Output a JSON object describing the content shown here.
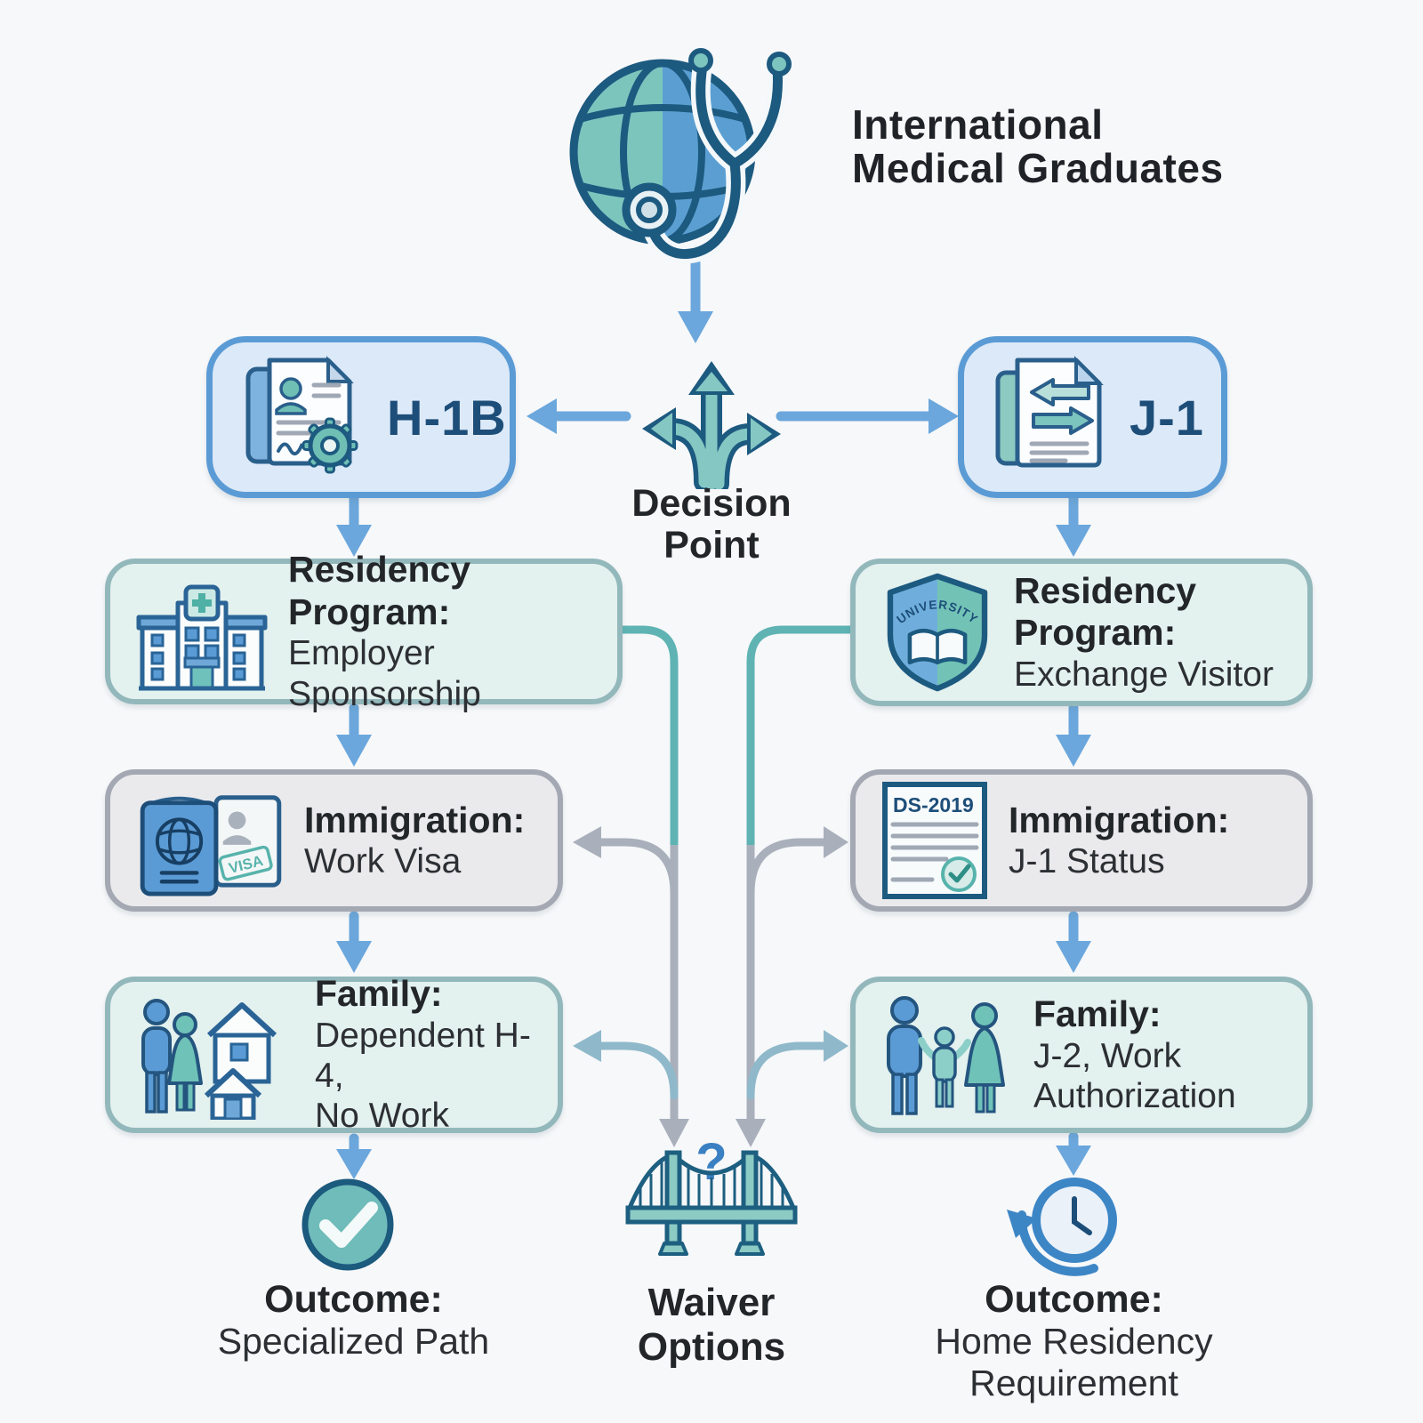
{
  "header": {
    "title": "International\nMedical Graduates"
  },
  "decision": {
    "label": "Decision\nPoint"
  },
  "branches": {
    "h1b": {
      "label": "H-1B"
    },
    "j1": {
      "label": "J-1"
    }
  },
  "left_column": {
    "residency": {
      "title": "Residency Program:",
      "subtitle": "Employer Sponsorship"
    },
    "immigration": {
      "title": "Immigration:",
      "subtitle": "Work Visa",
      "stamp_text": "VISA"
    },
    "family": {
      "title": "Family:",
      "subtitle": "Dependent H-4,\nNo Work"
    },
    "outcome": {
      "title": "Outcome:",
      "subtitle": "Specialized Path"
    }
  },
  "right_column": {
    "residency": {
      "title": "Residency Program:",
      "subtitle": "Exchange Visitor",
      "shield_text": "UNIVERSITY"
    },
    "immigration": {
      "title": "Immigration:",
      "subtitle": "J-1 Status",
      "document_label": "DS-2019"
    },
    "family": {
      "title": "Family:",
      "subtitle": "J-2, Work\nAuthorization"
    },
    "outcome": {
      "title": "Outcome:",
      "subtitle": "Home Residency\nRequirement"
    }
  },
  "waiver": {
    "label": "Waiver\nOptions",
    "question_mark": "?"
  },
  "colors": {
    "accent_blue": "#5B9BD5",
    "arrow_blue": "#6BA7DC",
    "teal": "#5FB3B3",
    "connector_gray": "#A9B0BC",
    "branch_blue_gray": "#8FB9CA",
    "dark_navy": "#1D5A80",
    "mint_fill": "#E3F1EF",
    "mint_border": "#93B8BC",
    "gray_fill": "#EAEAED",
    "gray_border": "#A3A8B3",
    "blue_fill": "#DCE9F8",
    "text_dark": "#232629"
  }
}
